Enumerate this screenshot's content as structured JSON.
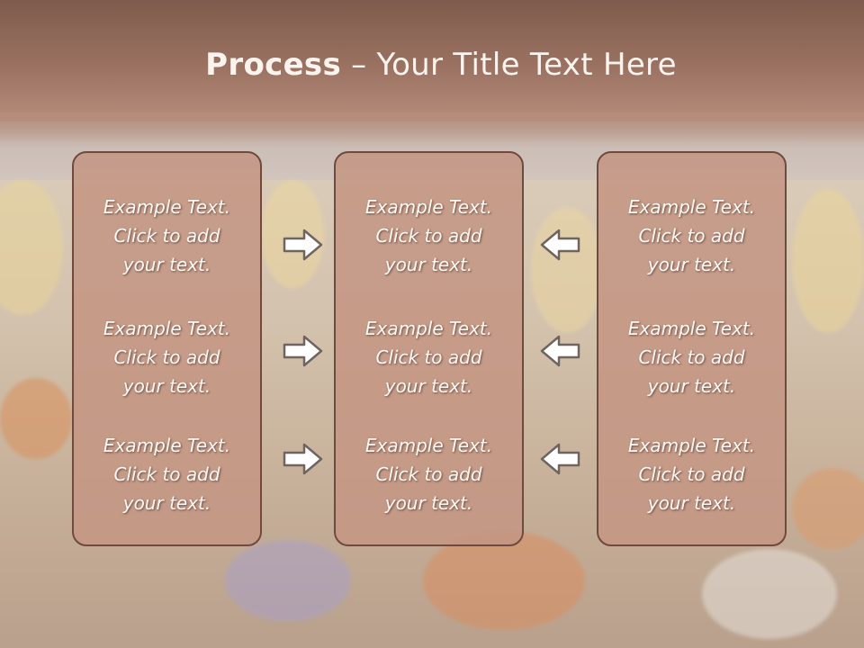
{
  "slide": {
    "title_bold": "Process",
    "title_rest": " – Your Title Text Here"
  },
  "panels": [
    {
      "items": [
        {
          "line1": "Example Text.",
          "line2": "Click  to add",
          "line3": "your text."
        },
        {
          "line1": "Example Text.",
          "line2": "Click  to add",
          "line3": "your text."
        },
        {
          "line1": "Example Text.",
          "line2": "Click  to add",
          "line3": "your text."
        }
      ]
    },
    {
      "items": [
        {
          "line1": "Example Text.",
          "line2": "Click  to add",
          "line3": "your text."
        },
        {
          "line1": "Example Text.",
          "line2": "Click  to add",
          "line3": "your text."
        },
        {
          "line1": "Example Text.",
          "line2": "Click  to add",
          "line3": "your text."
        }
      ]
    },
    {
      "items": [
        {
          "line1": "Example Text.",
          "line2": "Click  to add",
          "line3": "your text."
        },
        {
          "line1": "Example Text.",
          "line2": "Click  to add",
          "line3": "your text."
        },
        {
          "line1": "Example Text.",
          "line2": "Click  to add",
          "line3": "your text."
        }
      ]
    }
  ],
  "icons": {
    "left_arrows": "arrow-right-icon",
    "right_arrows": "arrow-left-icon"
  },
  "colors": {
    "title_band": "#9b7262",
    "panel_fill": "#c49684",
    "panel_border": "#6f4a3f",
    "text": "#fffaf6"
  }
}
